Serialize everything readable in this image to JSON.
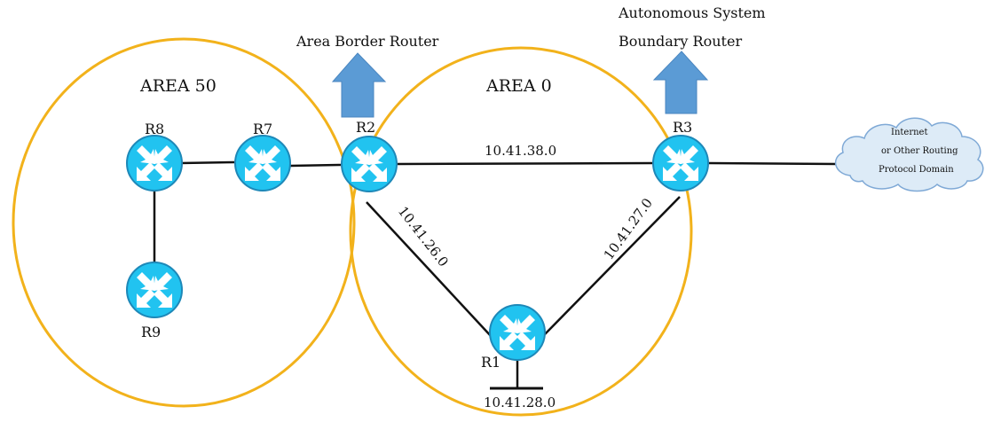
{
  "areas": {
    "area50": "AREA 50",
    "area0": "AREA 0"
  },
  "callouts": {
    "abr": "Area Border Router",
    "asbr_line1": "Autonomous System",
    "asbr_line2": "Boundary Router"
  },
  "routers": {
    "r1": "R1",
    "r2": "R2",
    "r3": "R3",
    "r7": "R7",
    "r8": "R8",
    "r9": "R9"
  },
  "networks": {
    "r2_r3": "10.41.38.0",
    "r2_r1": "10.41.26.0",
    "r3_r1": "10.41.27.0",
    "r1_stub": "10.41.28.0"
  },
  "cloud": {
    "line1": "Internet",
    "line2": "or Other Routing",
    "line3": "Protocol Domain"
  },
  "colors": {
    "area_ring": "#F2B21B",
    "router_fill": "#21C3F0",
    "router_stroke": "#1D88B8",
    "arrow_fill": "#5B9BD5",
    "cloud_fill": "#DDEBF7",
    "cloud_stroke": "#7FA9D6",
    "link": "#111111"
  },
  "icons": {
    "router": "router-icon",
    "up_arrow": "up-arrow-icon",
    "cloud": "cloud-icon"
  }
}
